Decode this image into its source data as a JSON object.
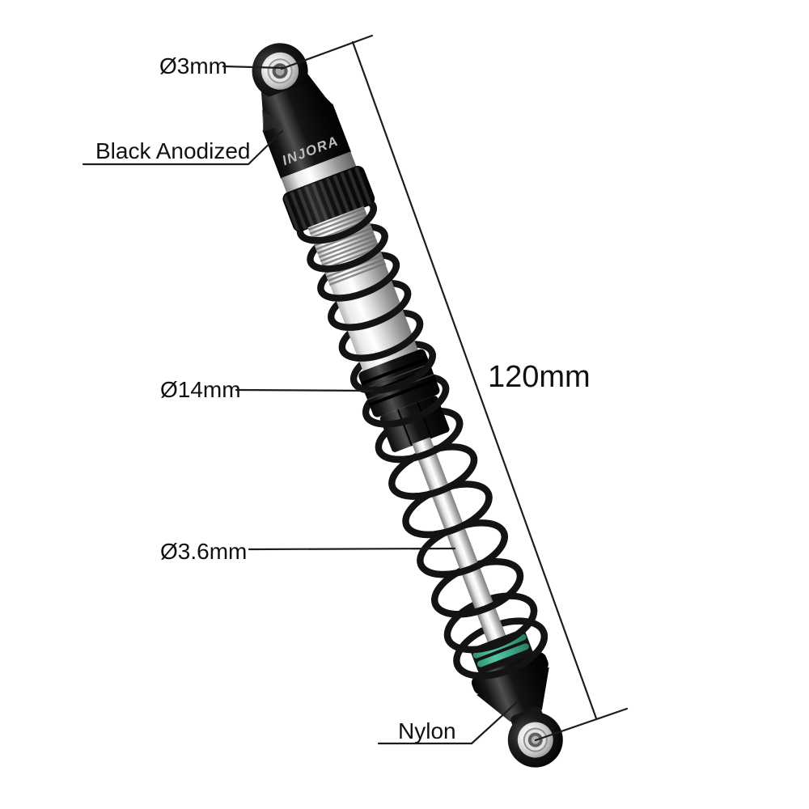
{
  "figure": {
    "type": "product-dimension-diagram",
    "product": "RC shock absorber",
    "brand_marking": "INJORA",
    "labels": {
      "eyelet_hole_diameter": "Ø3mm",
      "finish": "Black Anodized",
      "body_diameter": "Ø14mm",
      "shaft_diameter": "Ø3.6mm",
      "rod_end_material": "Nylon",
      "overall_length": "120mm"
    },
    "colors": {
      "background": "#ffffff",
      "annotation_line": "#1c1c1c",
      "label_text": "#111111",
      "spring_black": "#131313",
      "anodized_black": "#0d0d0d",
      "metal_silver": "#d9d9d9",
      "oring_green": "#45b596"
    }
  }
}
